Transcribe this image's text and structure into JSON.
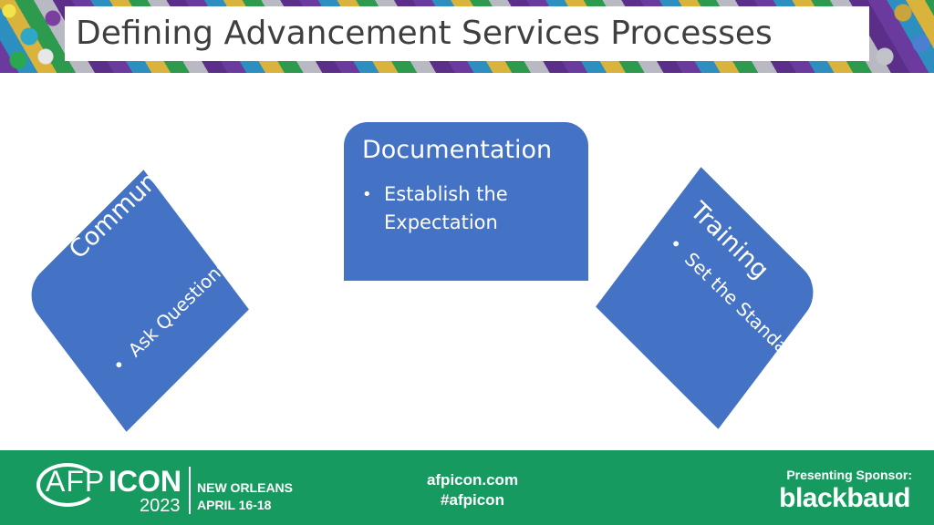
{
  "slide": {
    "title": "Defining Advancement Services Processes"
  },
  "cards": {
    "center": {
      "title": "Documentation",
      "bullet": "Establish the Expectation"
    },
    "left": {
      "title": "Communication",
      "bullet": "Ask Questions"
    },
    "right": {
      "title": "Training",
      "bullet": "Set the Standard"
    }
  },
  "footer": {
    "logo": {
      "afp": "AFP",
      "icon": "ICON",
      "year": "2023",
      "city": "NEW ORLEANS",
      "dates": "APRIL 16-18"
    },
    "website": "afpicon.com",
    "hashtag": "#afpicon",
    "sponsor_label": "Presenting Sponsor:",
    "sponsor_name": "blackbaud"
  },
  "colors": {
    "card_blue": "#4472c4",
    "footer_green": "#179a5f",
    "title_text": "#3f3f3f"
  }
}
